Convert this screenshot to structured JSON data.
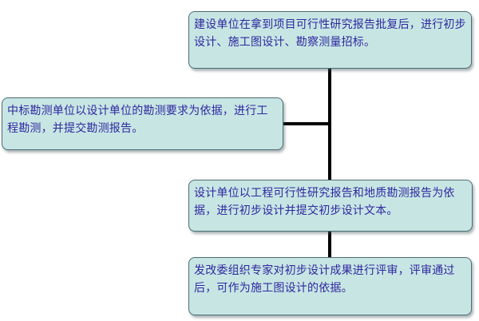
{
  "diagram": {
    "boxes": [
      {
        "id": "step-1",
        "text": "建设单位在拿到项目可行性研究报告批复后，进行初步设计、施工图设计、勘察测量招标。"
      },
      {
        "id": "step-2",
        "text": "中标勘测单位以设计单位的勘测要求为依据，进行工程勘测，并提交勘测报告。"
      },
      {
        "id": "step-3",
        "text": "设计单位以工程可行性研究报告和地质勘测报告为依据，进行初步设计并提交初步设计文本。"
      },
      {
        "id": "step-4",
        "text": "发改委组织专家对初步设计成果进行评审，评审通过后，可作为施工图设计的依据。"
      }
    ],
    "colors": {
      "box_fill": "#c7e6e3",
      "box_border": "#4b6b76",
      "text": "#2f27a0",
      "connector": "#000000"
    }
  }
}
